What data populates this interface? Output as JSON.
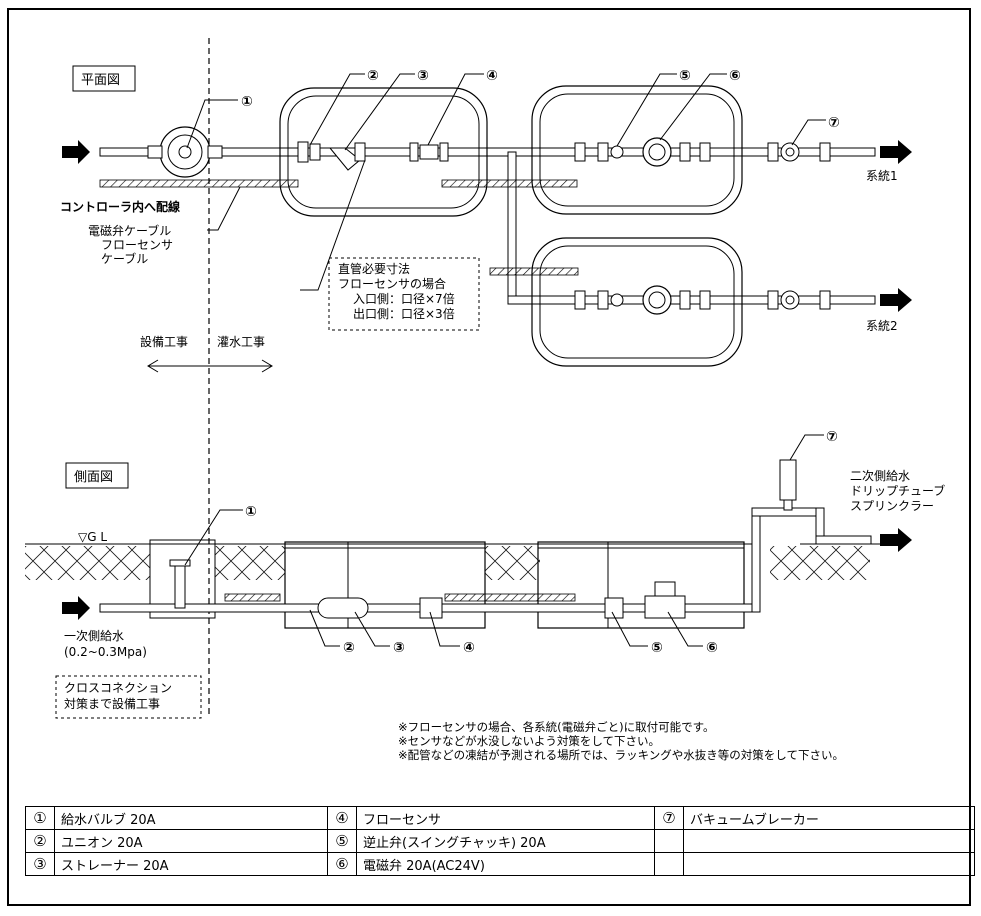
{
  "labels": {
    "plan_view": "平面図",
    "side_view": "側面図",
    "to_controller": "コントローラ内へ配線",
    "cables": [
      "電磁弁ケーブル",
      "フローセンサ",
      "ケーブル"
    ],
    "straight_pipe": [
      "直管必要寸法",
      "フローセンサの場合",
      "入口側：口径×7倍",
      "出口側：口径×3倍"
    ],
    "facility_work": "設備工事",
    "irrigation_work": "灌水工事",
    "system1": "系統1",
    "system2": "系統2",
    "gl": "▽G L",
    "primary_supply": [
      "一次側給水",
      "(0.2~0.3Mpa)"
    ],
    "cross_connection": [
      "クロスコネクション",
      "対策まで設備工事"
    ],
    "secondary_supply": [
      "二次側給水",
      "ドリップチューブ",
      "スプリンクラー"
    ]
  },
  "callouts": {
    "c1": "①",
    "c2": "②",
    "c3": "③",
    "c4": "④",
    "c5": "⑤",
    "c6": "⑥",
    "c7": "⑦"
  },
  "notes": [
    "※フローセンサの場合、各系統(電磁弁ごと)に取付可能です。",
    "※センサなどが水没しないよう対策をして下さい。",
    "※配管などの凍結が予測される場所では、ラッキングや水抜き等の対策をして下さい。"
  ],
  "legend": [
    [
      {
        "n": "①",
        "t": "給水バルブ 20A"
      },
      {
        "n": "④",
        "t": "フローセンサ"
      },
      {
        "n": "⑦",
        "t": "バキュームブレーカー"
      }
    ],
    [
      {
        "n": "②",
        "t": "ユニオン 20A"
      },
      {
        "n": "⑤",
        "t": "逆止弁(スイングチャッキ) 20A"
      },
      {
        "n": "",
        "t": ""
      }
    ],
    [
      {
        "n": "③",
        "t": "ストレーナー 20A"
      },
      {
        "n": "⑥",
        "t": "電磁弁 20A(AC24V)"
      },
      {
        "n": "",
        "t": ""
      }
    ]
  ]
}
